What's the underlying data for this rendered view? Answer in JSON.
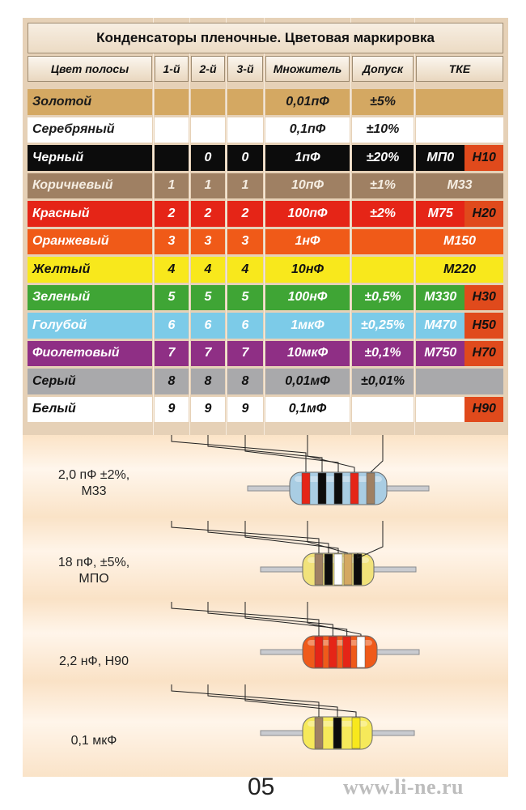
{
  "title": "Конденсаторы пленочные. Цветовая маркировка",
  "headers": [
    "Цвет полосы",
    "1-й",
    "2-й",
    "3-й",
    "Множитель",
    "Допуск",
    "ТКЕ"
  ],
  "rows": [
    {
      "name": "Золотой",
      "d1": "",
      "d2": "",
      "d3": "",
      "mult": "0,01пФ",
      "tol": "±5%",
      "tke": "",
      "tke2": "",
      "bg": "#d4a862",
      "fg": "#1a1a1a",
      "tke_bg": "#d4a862",
      "tke2_bg": ""
    },
    {
      "name": "Серебряный",
      "d1": "",
      "d2": "",
      "d3": "",
      "mult": "0,1пФ",
      "tol": "±10%",
      "tke": "",
      "tke2": "",
      "bg": "#ffffff",
      "fg": "#1a1a1a",
      "tke_bg": "#ffffff",
      "tke2_bg": ""
    },
    {
      "name": "Черный",
      "d1": "",
      "d2": "0",
      "d3": "0",
      "mult": "1пФ",
      "tol": "±20%",
      "tke": "МП0",
      "tke2": "Н10",
      "bg": "#0c0c0c",
      "fg": "#ffffff",
      "tke_bg": "#0c0c0c",
      "tke2_bg": "#e04a1c"
    },
    {
      "name": "Коричневый",
      "d1": "1",
      "d2": "1",
      "d3": "1",
      "mult": "10пФ",
      "tol": "±1%",
      "tke": "М33",
      "tke2": "",
      "bg": "#9f8063",
      "fg": "#f5ede2",
      "tke_bg": "#9f8063",
      "tke2_bg": ""
    },
    {
      "name": "Красный",
      "d1": "2",
      "d2": "2",
      "d3": "2",
      "mult": "100пФ",
      "tol": "±2%",
      "tke": "М75",
      "tke2": "Н20",
      "bg": "#e52517",
      "fg": "#ffffff",
      "tke_bg": "#e52517",
      "tke2_bg": "#e04a1c"
    },
    {
      "name": "Оранжевый",
      "d1": "3",
      "d2": "3",
      "d3": "3",
      "mult": "1нФ",
      "tol": "",
      "tke": "М150",
      "tke2": "",
      "bg": "#f05a18",
      "fg": "#ffffff",
      "tke_bg": "#f05a18",
      "tke2_bg": ""
    },
    {
      "name": "Желтый",
      "d1": "4",
      "d2": "4",
      "d3": "4",
      "mult": "10нФ",
      "tol": "",
      "tke": "М220",
      "tke2": "",
      "bg": "#f8e81c",
      "fg": "#111111",
      "tke_bg": "#f8e81c",
      "tke2_bg": ""
    },
    {
      "name": "Зеленый",
      "d1": "5",
      "d2": "5",
      "d3": "5",
      "mult": "100нФ",
      "tol": "±0,5%",
      "tke": "М330",
      "tke2": "Н30",
      "bg": "#3fa535",
      "fg": "#ffffff",
      "tke_bg": "#3fa535",
      "tke2_bg": "#e04a1c"
    },
    {
      "name": "Голубой",
      "d1": "6",
      "d2": "6",
      "d3": "6",
      "mult": "1мкФ",
      "tol": "±0,25%",
      "tke": "М470",
      "tke2": "Н50",
      "bg": "#7ccbe8",
      "fg": "#ffffff",
      "tke_bg": "#7ccbe8",
      "tke2_bg": "#e04a1c"
    },
    {
      "name": "Фиолетовый",
      "d1": "7",
      "d2": "7",
      "d3": "7",
      "mult": "10мкФ",
      "tol": "±0,1%",
      "tke": "М750",
      "tke2": "Н70",
      "bg": "#8f2f85",
      "fg": "#ffffff",
      "tke_bg": "#8f2f85",
      "tke2_bg": "#e04a1c"
    },
    {
      "name": "Серый",
      "d1": "8",
      "d2": "8",
      "d3": "8",
      "mult": "0,01мФ",
      "tol": "±0,01%",
      "tke": "",
      "tke2": "",
      "bg": "#a9a9ab",
      "fg": "#111111",
      "tke_bg": "#a9a9ab",
      "tke2_bg": ""
    },
    {
      "name": "Белый",
      "d1": "9",
      "d2": "9",
      "d3": "9",
      "mult": "0,1мФ",
      "tol": "",
      "tke": "",
      "tke2": "Н90",
      "bg": "#ffffff",
      "fg": "#111111",
      "tke_bg": "#ffffff",
      "tke2_bg": "#e04a1c"
    }
  ],
  "examples": [
    {
      "label_line1": "2,0 пФ ±2%,",
      "label_line2": "М33",
      "body": "#a9cde3",
      "bands": [
        "#e52517",
        "#0c0c0c",
        "#0c0c0c",
        "#e52517",
        "#9f8063"
      ]
    },
    {
      "label_line1": "18 пФ, ±5%,",
      "label_line2": "МПО",
      "body": "#f1e27a",
      "bands": [
        "#9f8063",
        "#0c0c0c",
        "#ffffff",
        "#d4a862",
        "#0c0c0c"
      ]
    },
    {
      "label_line1": "2,2 нФ, Н90",
      "label_line2": "",
      "body": "#ef5a1a",
      "bands": [
        "#e52517",
        "#e52517",
        "#e52517",
        "#ffffff"
      ]
    },
    {
      "label_line1": "0,1 мкФ",
      "label_line2": "",
      "body": "#f6e95a",
      "bands": [
        "#9f8063",
        "#0c0c0c",
        "#f8e81c"
      ]
    }
  ],
  "page_number": "05",
  "site": "www.li-ne.ru"
}
